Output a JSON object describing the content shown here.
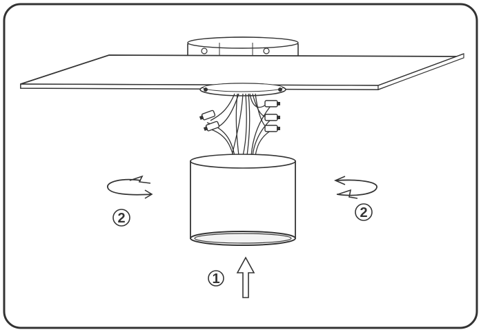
{
  "diagram": {
    "steps": [
      {
        "id": "step-1",
        "label": "1",
        "action": "push-up"
      },
      {
        "id": "step-2-left",
        "label": "2",
        "action": "rotate"
      },
      {
        "id": "step-2-right",
        "label": "2",
        "action": "rotate"
      }
    ],
    "colors": {
      "stroke": "#333333",
      "fill": "#ffffff",
      "light": "#f3f3f3"
    }
  }
}
